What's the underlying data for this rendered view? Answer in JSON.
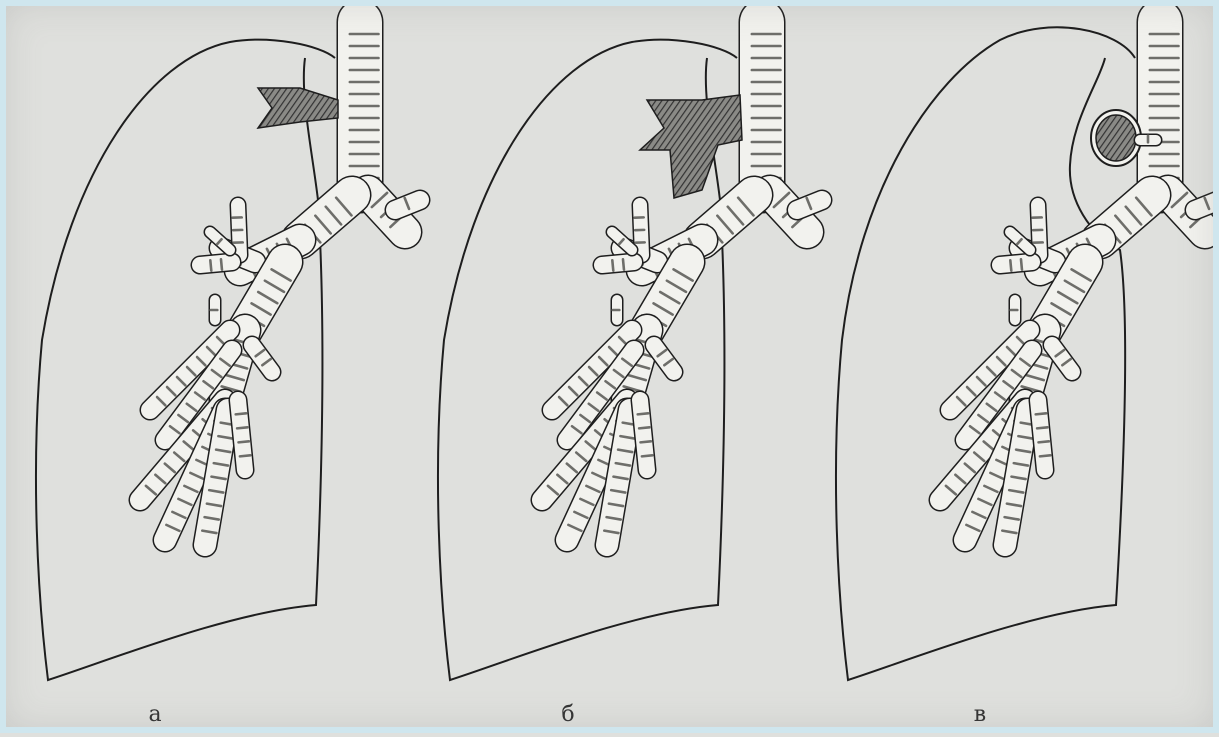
{
  "panels": [
    {
      "label": "а",
      "lesion": "bronchus-wedge"
    },
    {
      "label": "б",
      "lesion": "bronchus-wedge-large"
    },
    {
      "label": "в",
      "lesion": "round-nodule"
    }
  ],
  "colors": {
    "background": "#dfe0dd",
    "outline": "#1e1e1e",
    "airway_fill": "#f2f2ee",
    "airway_ring": "#6e6e6a",
    "lesion_fill": "#555555"
  }
}
